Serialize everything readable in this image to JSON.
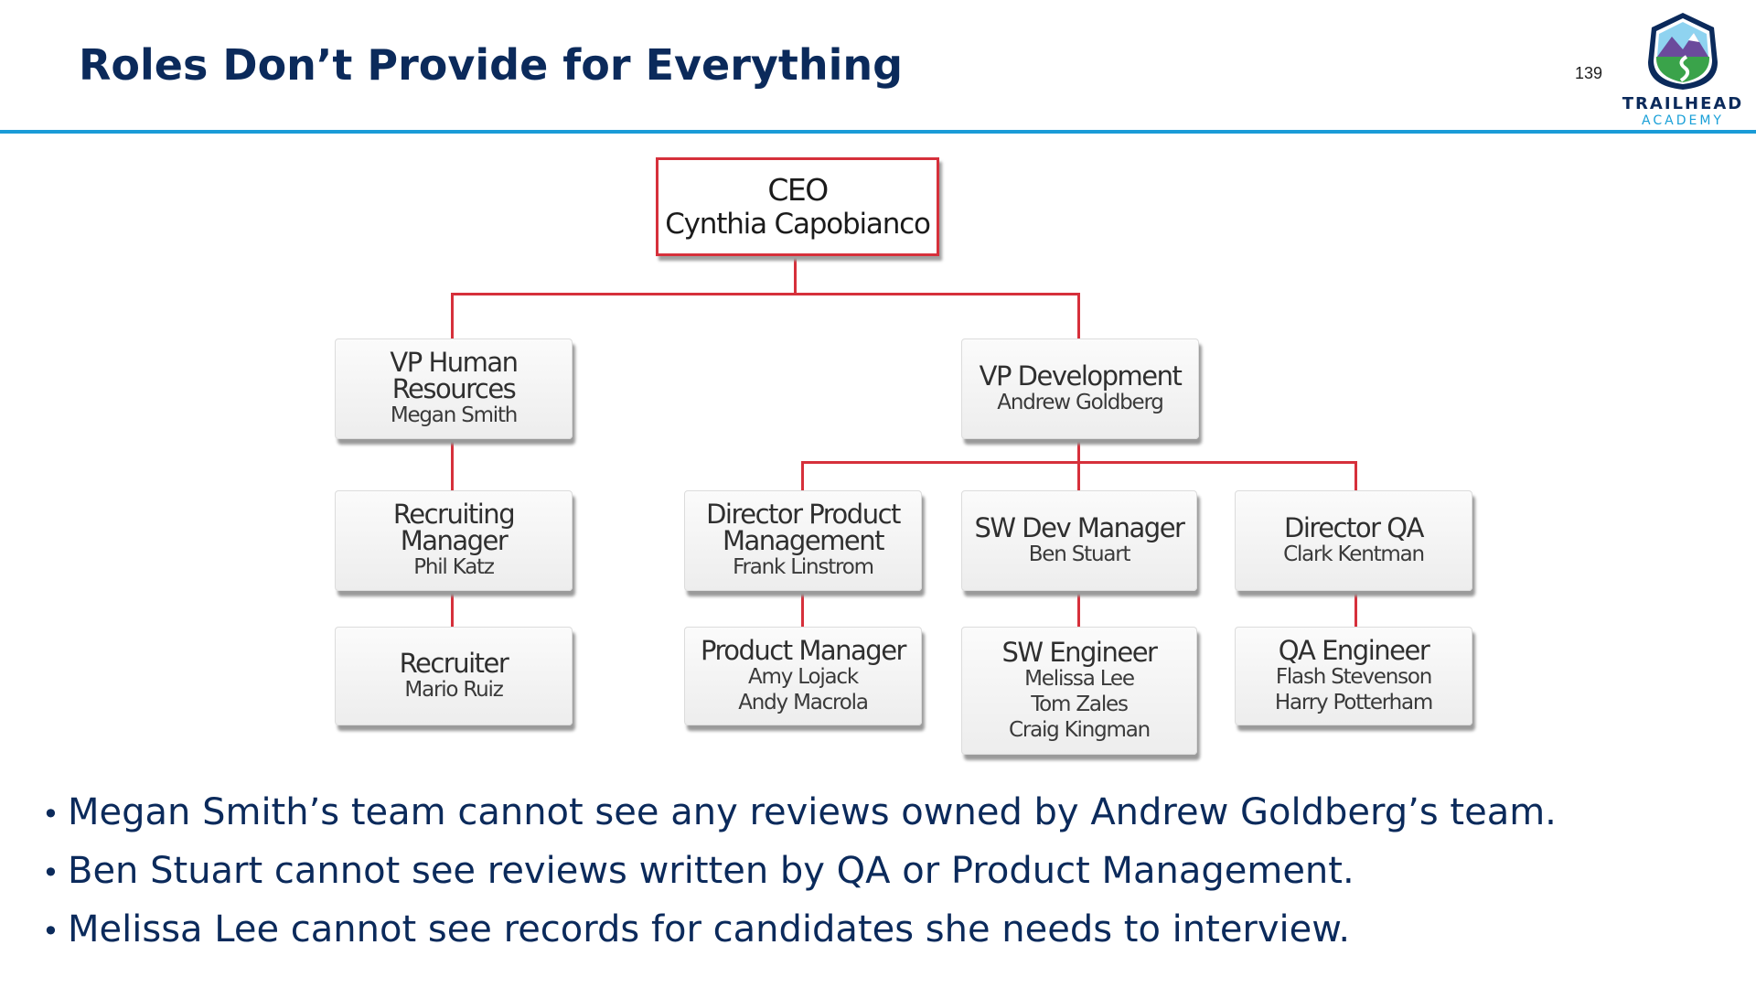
{
  "slide": {
    "title": "Roles Don’t Provide for Everything",
    "number": "139"
  },
  "logo": {
    "line1": "TRAILHEAD",
    "line2": "ACADEMY",
    "colors": {
      "navy": "#0b2a5b",
      "blue": "#1aa0d8",
      "purple": "#6b4a9c",
      "green": "#3aa34a"
    }
  },
  "org_chart": {
    "ceo": {
      "role": "CEO",
      "people": [
        "Cynthia Capobianco"
      ]
    },
    "vp_hr": {
      "role_lines": [
        "VP Human",
        "Resources"
      ],
      "people": [
        "Megan Smith"
      ]
    },
    "recruiting_manager": {
      "role_lines": [
        "Recruiting",
        "Manager"
      ],
      "people": [
        "Phil Katz"
      ]
    },
    "recruiter": {
      "role_lines": [
        "Recruiter"
      ],
      "people": [
        "Mario Ruiz"
      ]
    },
    "vp_dev": {
      "role_lines": [
        "VP Development"
      ],
      "people": [
        "Andrew Goldberg"
      ]
    },
    "director_pm": {
      "role_lines": [
        "Director Product",
        "Management"
      ],
      "people": [
        "Frank Linstrom"
      ]
    },
    "product_manager": {
      "role_lines": [
        "Product Manager"
      ],
      "people": [
        "Amy Lojack",
        "Andy Macrola"
      ]
    },
    "sw_dev_manager": {
      "role_lines": [
        "SW Dev Manager"
      ],
      "people": [
        "Ben Stuart"
      ]
    },
    "sw_engineer": {
      "role_lines": [
        "SW Engineer"
      ],
      "people": [
        "Melissa Lee",
        "Tom Zales",
        "Craig Kingman"
      ]
    },
    "director_qa": {
      "role_lines": [
        "Director QA"
      ],
      "people": [
        "Clark Kentman"
      ]
    },
    "qa_engineer": {
      "role_lines": [
        "QA Engineer"
      ],
      "people": [
        "Flash Stevenson",
        "Harry Potterham"
      ]
    },
    "connector_color": "#d6303b"
  },
  "bullets": [
    "Megan Smith’s team cannot see any reviews owned by Andrew Goldberg’s team.",
    "Ben Stuart cannot see reviews written by QA or Product Management.",
    "Melissa Lee cannot see records for candidates she needs to interview."
  ]
}
